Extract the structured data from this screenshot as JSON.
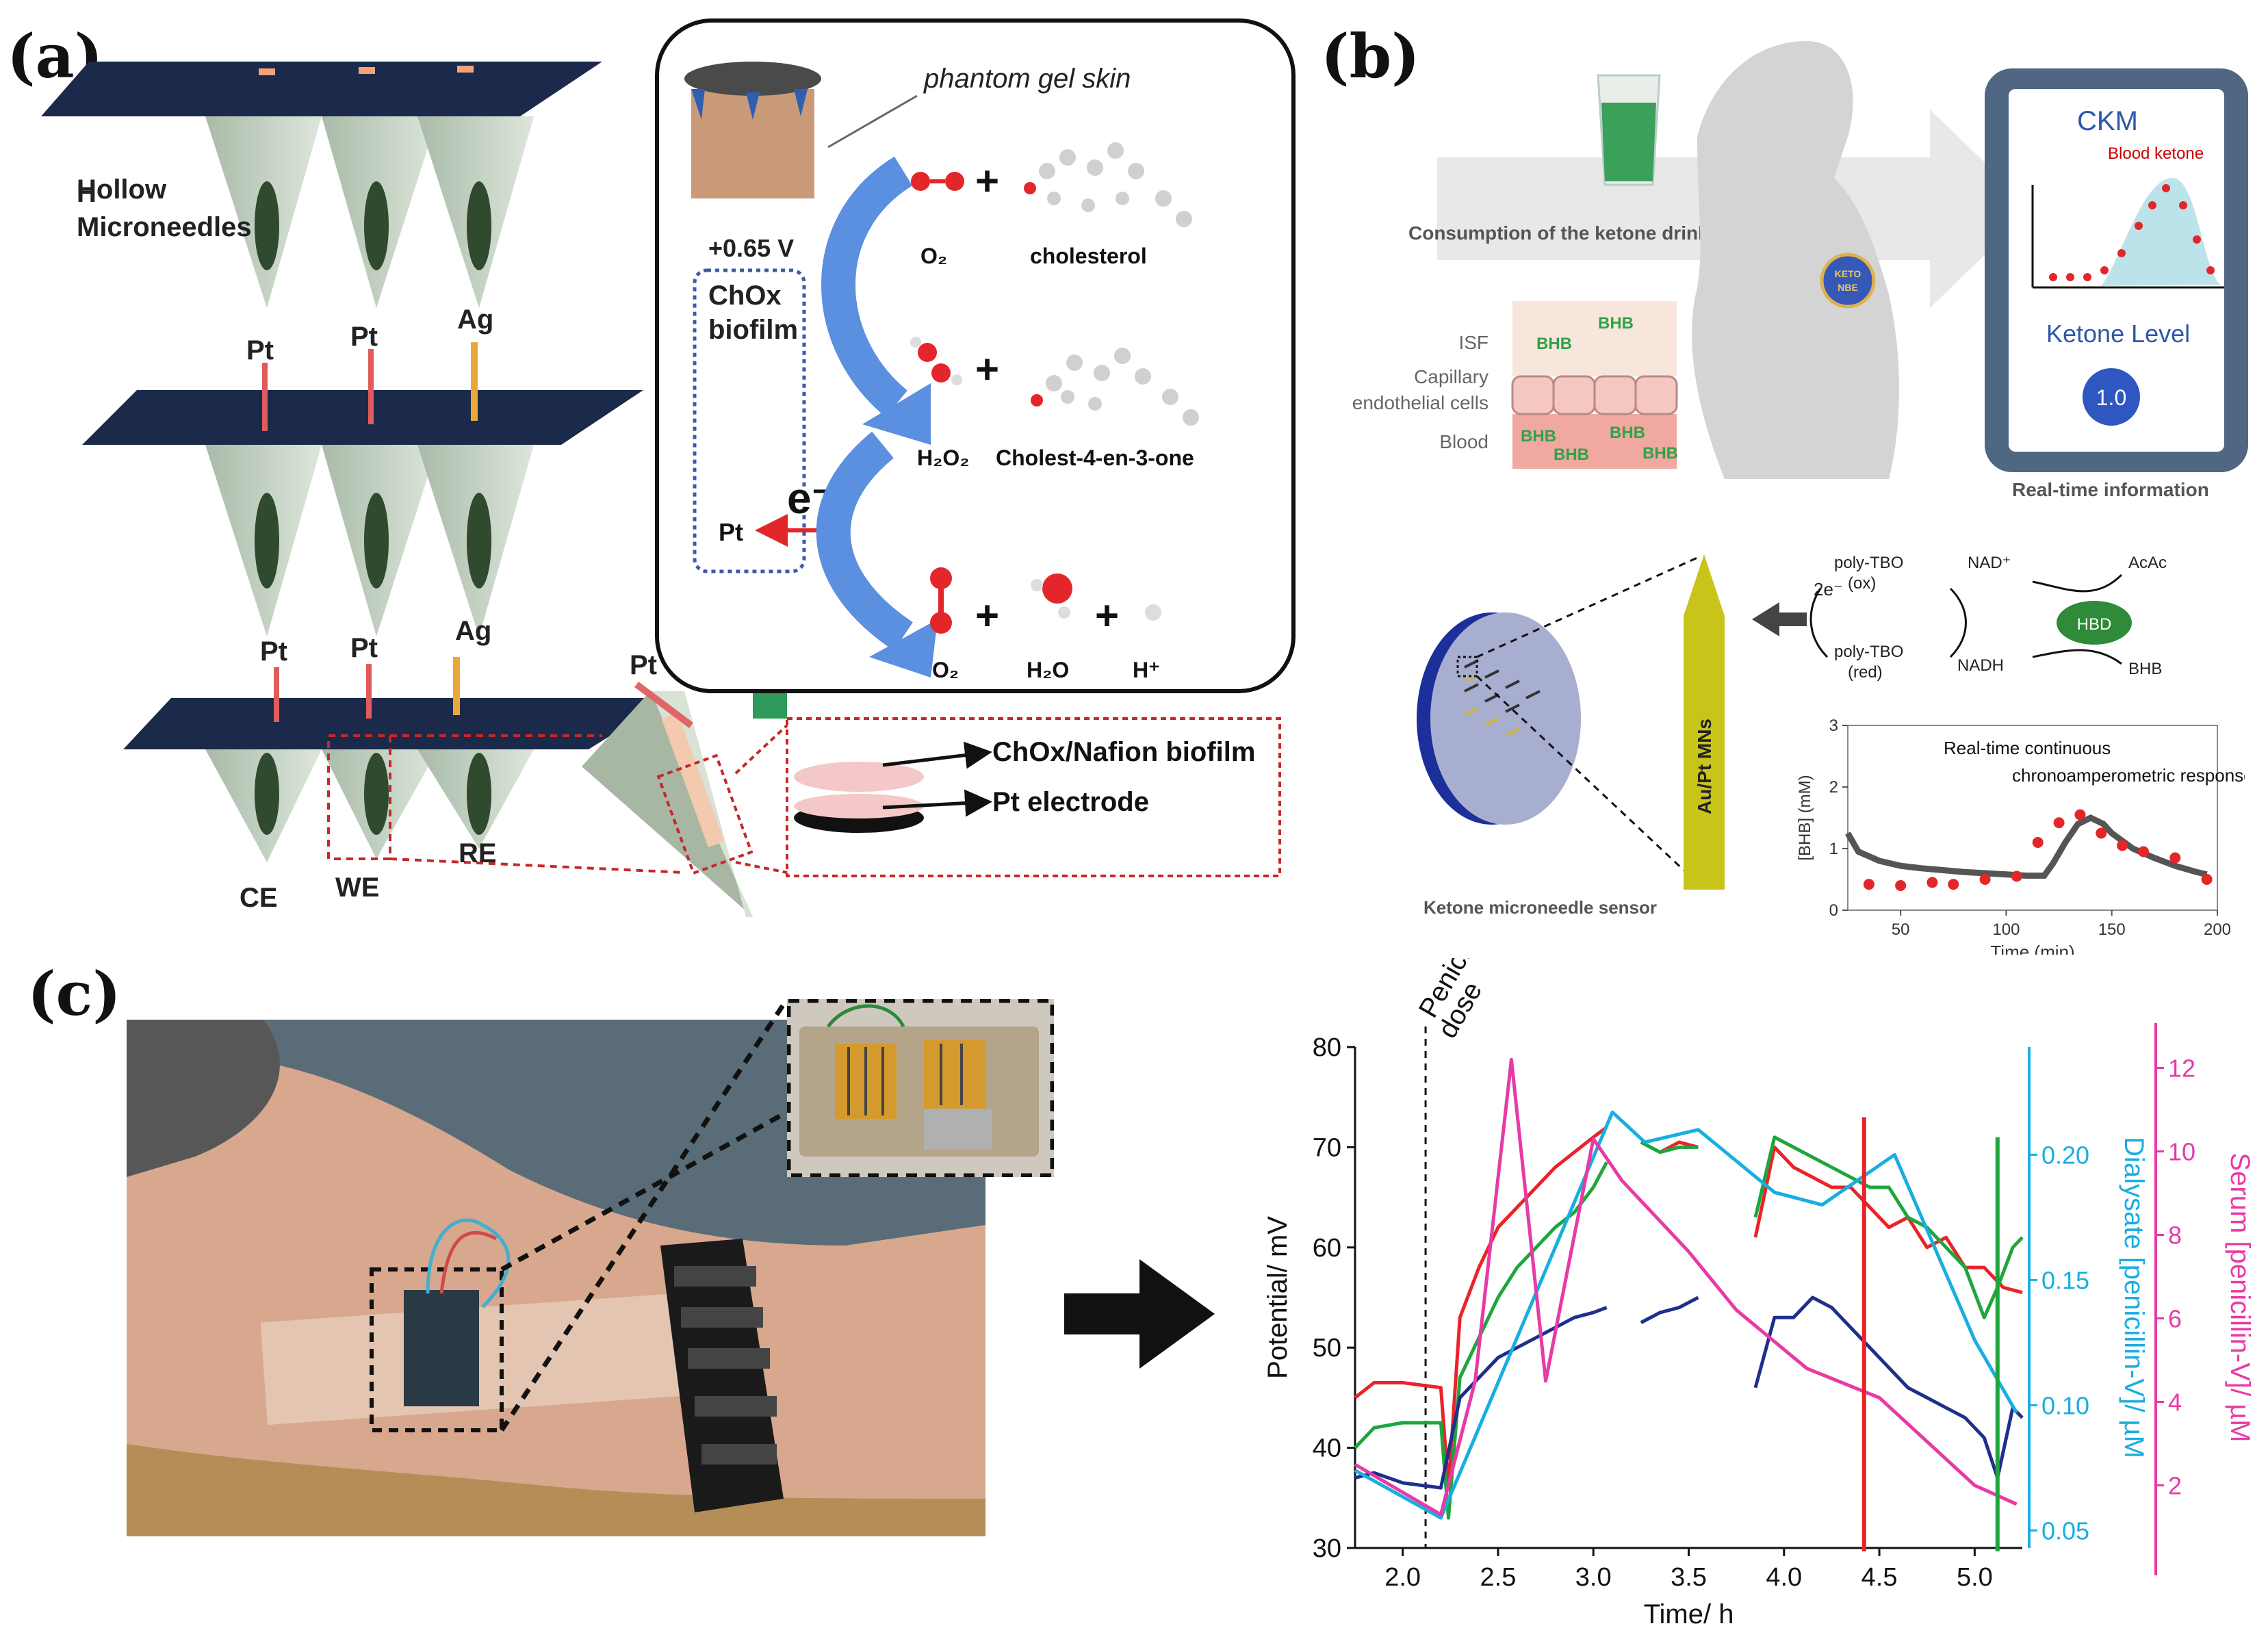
{
  "panels": {
    "a": {
      "label": "(a)",
      "hollow_label": "Hollow\nMicroneedles",
      "electrodes_row2": [
        "Pt",
        "Pt",
        "Ag"
      ],
      "electrodes_row3": [
        "Pt",
        "Pt",
        "Ag"
      ],
      "electrode_roles": [
        "CE",
        "WE",
        "RE"
      ],
      "single_needle_label": "Pt",
      "skin_label": "phantom gel skin",
      "potential": "+0.65 V",
      "biofilm": "ChOx\nbiofilm",
      "electron": "e⁻",
      "pt": "Pt",
      "reaction": {
        "o2": "O₂",
        "cholesterol": "cholesterol",
        "h2o2": "H₂O₂",
        "cholestenone": "Cholest-4-en-3-one",
        "o2b": "O₂",
        "h2o": "H₂O",
        "h": "H⁺",
        "plus": "+"
      },
      "layers": [
        "ChOx/Nafion biofilm",
        "Pt electrode"
      ]
    },
    "b": {
      "label": "(b)",
      "consumption": "Consumption of the ketone drink",
      "isf": "ISF",
      "capillary": "Capillary\nendothelial cells",
      "blood": "Blood",
      "bhb": "BHB",
      "patch": "KETO\nNBE",
      "app_title": "CKM",
      "blood_ketone": "Blood ketone",
      "ketone_level": "Ketone Level",
      "level_value": "1.0",
      "realtime_info": "Real-time information",
      "sensor_label": "Ketone microneedle sensor",
      "mn_label": "Au/Pt MNs",
      "electrons": "2e⁻",
      "poly_ox": "poly-TBO\n(ox)",
      "poly_red": "poly-TBO\n(red)",
      "nad": "NAD⁺",
      "nadh": "NADH",
      "acac": "AcAc",
      "bhb2": "BHB",
      "hbd": "HBD"
    },
    "c": {
      "label": "(c)",
      "dose_label": "Penicillin\ndose"
    }
  },
  "colors": {
    "dark_blue": "#1b2a4a",
    "needle": "#c4d3c2",
    "accent_blue": "#5b8fe0",
    "green_arrow": "#2e9a5c",
    "tablet": "#4f6783",
    "red": "#e8242a",
    "green": "#1ea63c",
    "navy": "#1f2f8c",
    "cyan": "#18aee0",
    "magenta": "#e83aa6"
  },
  "chart_data": [
    {
      "type": "scatter",
      "panel": "b",
      "annotation": "Real-time continuous\nchronoamperometric response",
      "xlabel": "Time (min)",
      "ylabel": "[BHB] (mM)",
      "xlim": [
        25,
        200
      ],
      "ylim": [
        0,
        3
      ],
      "xticks": [
        50,
        100,
        150,
        200
      ],
      "yticks": [
        0,
        1,
        2,
        3
      ],
      "series": [
        {
          "style": "line",
          "x": [
            25,
            30,
            40,
            50,
            60,
            70,
            80,
            90,
            100,
            110,
            118,
            122,
            128,
            134,
            140,
            146,
            150,
            160,
            170,
            180,
            190,
            195
          ],
          "y": [
            1.25,
            0.95,
            0.8,
            0.72,
            0.68,
            0.65,
            0.62,
            0.6,
            0.58,
            0.56,
            0.56,
            0.75,
            1.1,
            1.4,
            1.5,
            1.4,
            1.25,
            1.0,
            0.85,
            0.72,
            0.62,
            0.58
          ]
        },
        {
          "style": "points",
          "x": [
            35,
            50,
            65,
            75,
            90,
            105,
            115,
            125,
            135,
            145,
            155,
            165,
            180,
            195
          ],
          "y": [
            0.42,
            0.4,
            0.45,
            0.42,
            0.5,
            0.55,
            1.1,
            1.42,
            1.55,
            1.25,
            1.05,
            0.95,
            0.85,
            0.5
          ]
        }
      ]
    },
    {
      "type": "line",
      "panel": "c",
      "xlabel": "Time/ h",
      "ylabel": "Potential/ mV",
      "y2label": "Dialysate [penicillin-V]/ µM",
      "y3label": "Serum [penicillin-V]/ µM",
      "xlim": [
        1.75,
        5.25
      ],
      "ylim": [
        30,
        80
      ],
      "y2lim": [
        0.043,
        0.243
      ],
      "y3lim": [
        0.5,
        12.5
      ],
      "xticks": [
        2.0,
        2.5,
        3.0,
        3.5,
        4.0,
        4.5,
        5.0
      ],
      "yticks": [
        30,
        40,
        50,
        60,
        70,
        80
      ],
      "y2ticks": [
        0.05,
        0.1,
        0.15,
        0.2
      ],
      "y3ticks": [
        2,
        4,
        6,
        8,
        10,
        12
      ],
      "dose_x": 2.12,
      "series": [
        {
          "name": "red",
          "axis": "y",
          "segments": [
            {
              "x": [
                1.75,
                1.85,
                2.0,
                2.2,
                2.24,
                2.3,
                2.4,
                2.5,
                2.6,
                2.7,
                2.8,
                2.9,
                3.0,
                3.07
              ],
              "y": [
                45,
                46.5,
                46.5,
                46,
                36,
                53,
                58,
                62,
                64,
                66,
                68,
                69.5,
                71,
                72
              ]
            },
            {
              "x": [
                3.25,
                3.35,
                3.45,
                3.55
              ],
              "y": [
                70.5,
                69.5,
                70.5,
                70
              ]
            },
            {
              "x": [
                3.85,
                3.95,
                4.05,
                4.15,
                4.25,
                4.35,
                4.45,
                4.55,
                4.65,
                4.75,
                4.85,
                4.95,
                5.05,
                5.15,
                5.25
              ],
              "y": [
                61,
                70,
                68,
                67,
                66,
                66,
                64,
                62,
                63,
                60,
                61,
                58,
                58,
                56,
                55.5
              ]
            }
          ]
        },
        {
          "name": "green",
          "axis": "y",
          "segments": [
            {
              "x": [
                1.75,
                1.85,
                2.0,
                2.2,
                2.24,
                2.3,
                2.4,
                2.5,
                2.6,
                2.7,
                2.8,
                2.9,
                3.0,
                3.07
              ],
              "y": [
                40,
                42,
                42.5,
                42.5,
                33,
                47,
                51,
                55,
                58,
                60,
                62,
                63.5,
                66,
                68.5
              ]
            },
            {
              "x": [
                3.25,
                3.35,
                3.45,
                3.55
              ],
              "y": [
                70.5,
                69.5,
                70,
                70
              ]
            },
            {
              "x": [
                3.85,
                3.95,
                4.05,
                4.15,
                4.25,
                4.35,
                4.45,
                4.55,
                4.65,
                4.75,
                4.85,
                4.95,
                5.05,
                5.12,
                5.2,
                5.25
              ],
              "y": [
                63,
                71,
                70,
                69,
                68,
                67,
                66,
                66,
                63,
                62,
                60,
                58,
                53,
                56,
                60,
                61
              ]
            }
          ]
        },
        {
          "name": "navy",
          "axis": "y",
          "segments": [
            {
              "x": [
                1.75,
                1.85,
                2.0,
                2.2,
                2.3,
                2.4,
                2.5,
                2.6,
                2.7,
                2.8,
                2.9,
                3.0,
                3.07
              ],
              "y": [
                37,
                37.5,
                36.5,
                36,
                45,
                47,
                49,
                50,
                51,
                52,
                53,
                53.5,
                54
              ]
            },
            {
              "x": [
                3.25,
                3.35,
                3.45,
                3.55
              ],
              "y": [
                52.5,
                53.5,
                54,
                55
              ]
            },
            {
              "x": [
                3.85,
                3.95,
                4.05,
                4.15,
                4.25,
                4.35,
                4.45,
                4.55,
                4.65,
                4.75,
                4.85,
                4.95,
                5.05,
                5.12,
                5.2,
                5.25
              ],
              "y": [
                46,
                53,
                53,
                55,
                54,
                52,
                50,
                48,
                46,
                45,
                44,
                43,
                41,
                37,
                44,
                43
              ]
            }
          ]
        },
        {
          "name": "cyan",
          "axis": "y2",
          "segments": [
            {
              "x": [
                1.75,
                2.2,
                3.1,
                3.27,
                3.55,
                3.95,
                4.2,
                4.58,
                5.0,
                5.22
              ],
              "y": [
                0.074,
                0.055,
                0.217,
                0.205,
                0.21,
                0.185,
                0.18,
                0.2,
                0.126,
                0.097
              ]
            }
          ]
        },
        {
          "name": "magenta",
          "axis": "y3",
          "segments": [
            {
              "x": [
                1.75,
                2.2,
                2.38,
                2.57,
                2.75,
                3.0,
                3.15,
                3.5,
                3.75,
                4.12,
                4.5,
                5.0,
                5.22
              ],
              "y": [
                2.5,
                1.3,
                4.5,
                12.2,
                4.5,
                10.3,
                9.3,
                7.6,
                6.2,
                4.8,
                4.1,
                2.0,
                1.55
              ]
            }
          ]
        }
      ]
    }
  ]
}
